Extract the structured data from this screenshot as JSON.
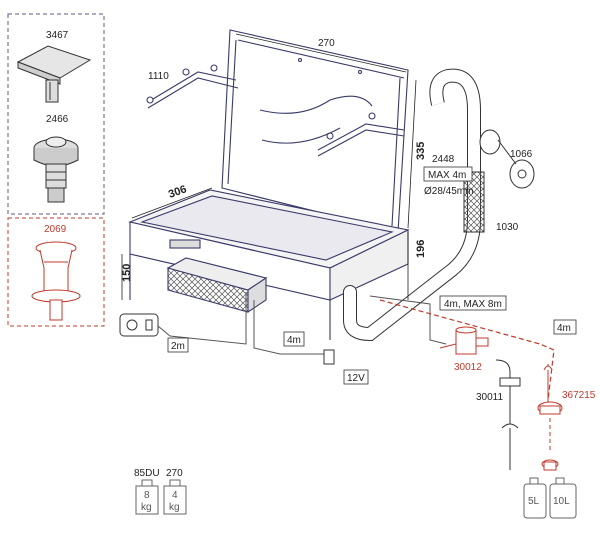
{
  "parts": {
    "vent_cap": "3467",
    "chimney": "2466",
    "chimney_alt": "2069",
    "burner": "1110",
    "hose_fitting": "1066",
    "hose": "1030",
    "pressure_tube": "2448",
    "solenoid": "30012",
    "pump": "30011",
    "tank_adapter": "367215"
  },
  "dimensions": {
    "lid_width": "270",
    "lid_height": "335",
    "body_depth": "306",
    "body_height": "196",
    "stand_height": "150"
  },
  "hose_spec": {
    "max_length": "MAX 4m",
    "diameter": "Ø28/45mm"
  },
  "cables": {
    "control_cable": "2m",
    "power_cable": "4m",
    "fuel_line": "4m, MAX 8m",
    "fuel_line_tank": "4m"
  },
  "power": {
    "voltage": "12V"
  },
  "weights": [
    {
      "model": "85DU",
      "value": "8",
      "unit": "kg"
    },
    {
      "model": "270",
      "value": "4",
      "unit": "kg"
    }
  ],
  "tanks": [
    "5L",
    "10L"
  ],
  "colors": {
    "line": "#333333",
    "outline": "#3a3a6a",
    "accent": "#c0392b",
    "box": "#6a6a9a"
  }
}
